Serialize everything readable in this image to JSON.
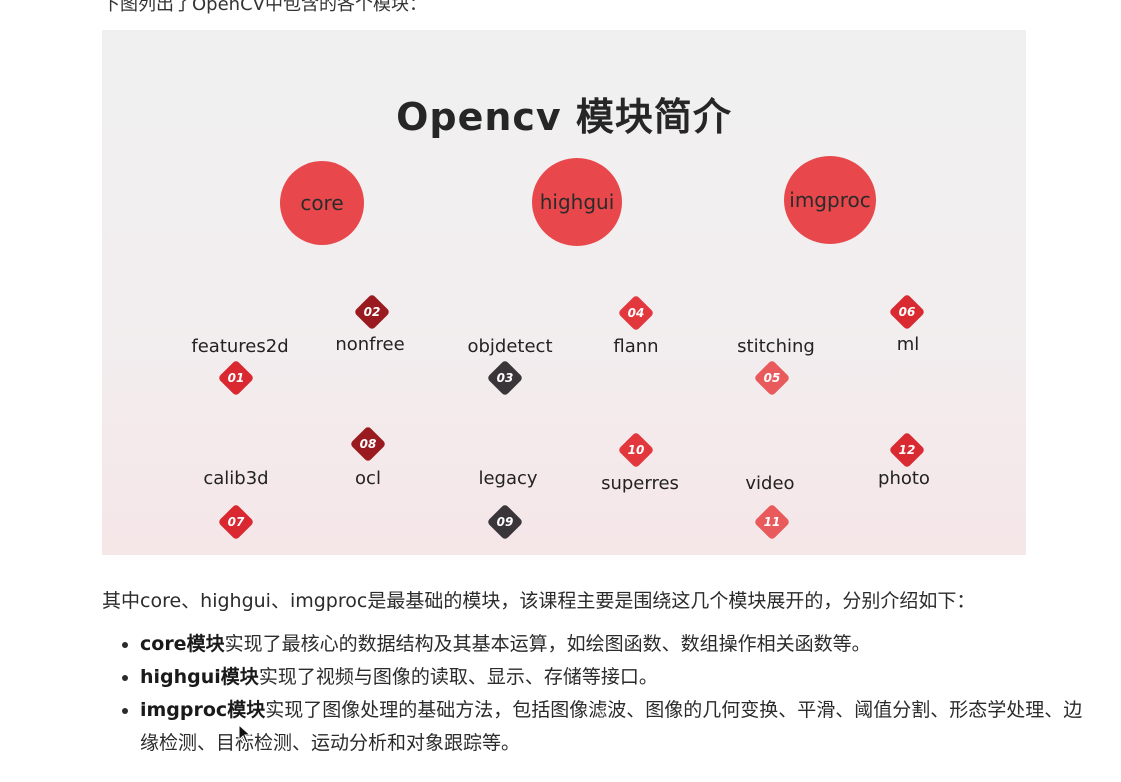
{
  "top_line": "下图列出了OpenCV中包含的各个模块：",
  "figure": {
    "title": "Opencv 模块简介",
    "core_modules": [
      "core",
      "highgui",
      "imgproc"
    ],
    "modules": [
      {
        "label": "features2d",
        "num": "01",
        "color": "#d9282f"
      },
      {
        "label": "nonfree",
        "num": "02",
        "color": "#9a1b1f"
      },
      {
        "label": "objdetect",
        "num": "03",
        "color": "#3a3538"
      },
      {
        "label": "flann",
        "num": "04",
        "color": "#e2373c"
      },
      {
        "label": "stitching",
        "num": "05",
        "color": "#e85a5c"
      },
      {
        "label": "ml",
        "num": "06",
        "color": "#d92a31"
      },
      {
        "label": "calib3d",
        "num": "07",
        "color": "#d9282f"
      },
      {
        "label": "ocl",
        "num": "08",
        "color": "#9a1b1f"
      },
      {
        "label": "legacy",
        "num": "09",
        "color": "#3a3538"
      },
      {
        "label": "superres",
        "num": "10",
        "color": "#e2373c"
      },
      {
        "label": "video",
        "num": "11",
        "color": "#e85a5c"
      },
      {
        "label": "photo",
        "num": "12",
        "color": "#d92a31"
      }
    ]
  },
  "intro": "其中core、highgui、imgproc是最基础的模块，该课程主要是围绕这几个模块展开的，分别介绍如下：",
  "bullets": [
    {
      "bold": "core模块",
      "text": "实现了最核心的数据结构及其基本运算，如绘图函数、数组操作相关函数等。"
    },
    {
      "bold": "highgui模块",
      "text": "实现了视频与图像的读取、显示、存储等接口。"
    },
    {
      "bold": "imgproc模块",
      "text": "实现了图像处理的基础方法，包括图像滤波、图像的几何变换、平滑、阈值分割、形态学处理、边缘检测、目标检测、运动分析和对象跟踪等。"
    }
  ]
}
